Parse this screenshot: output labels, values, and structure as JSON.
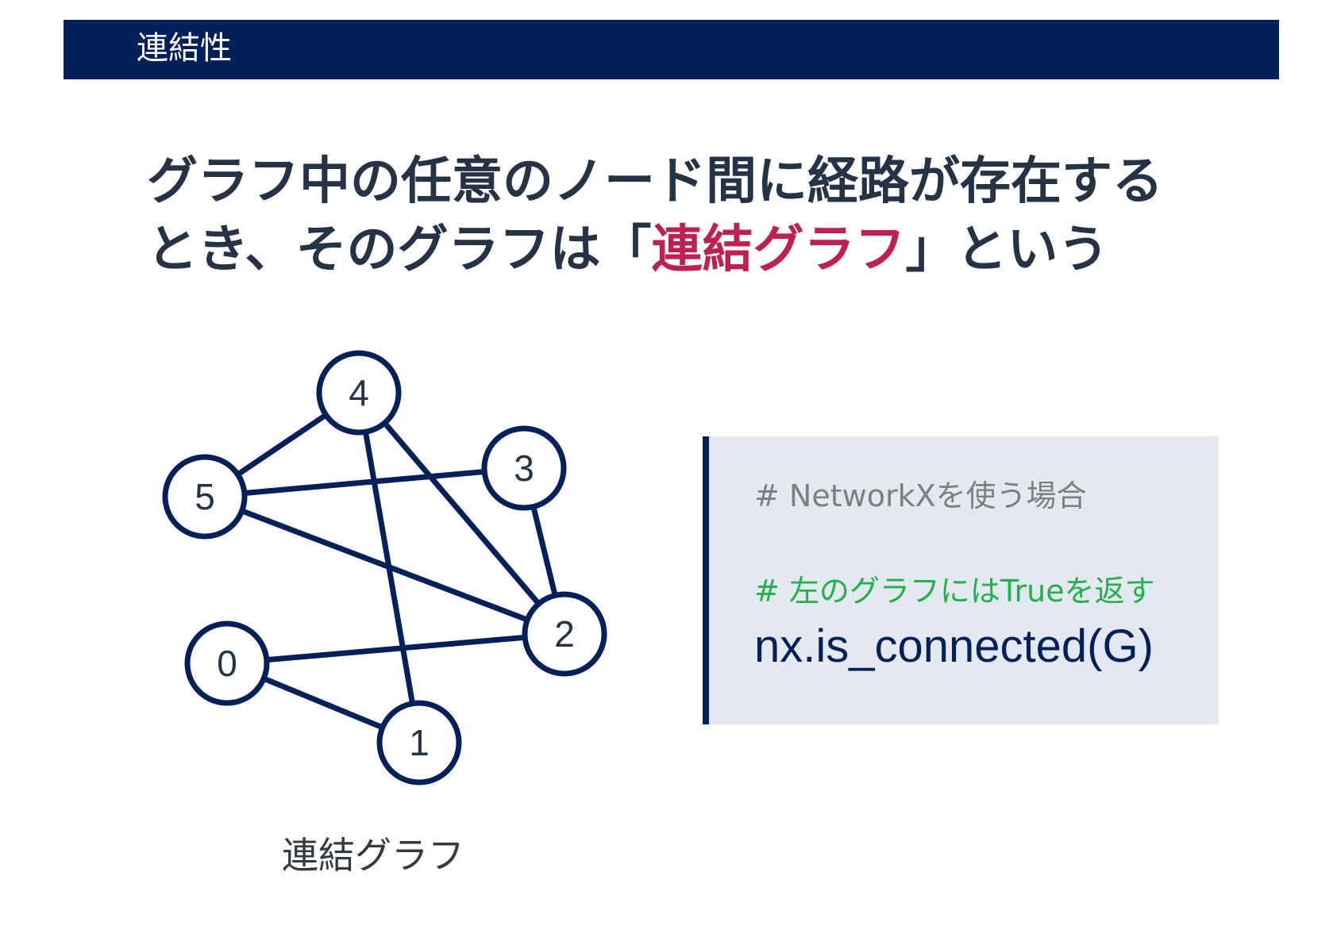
{
  "header": {
    "title": "連結性"
  },
  "headline": {
    "line1": "グラフ中の任意のノード間に経路が存在する",
    "line2_prefix": "とき、そのグラフは「",
    "line2_highlight": "連結グラフ",
    "line2_suffix": "」という"
  },
  "colors": {
    "header_bg": "#03205a",
    "accent": "#c0204e",
    "node_stroke": "#03205a",
    "code_bg": "#e4e8f0",
    "comment_gray": "#7f7f7f",
    "comment_green": "#22b14c"
  },
  "graph": {
    "caption": "連結グラフ",
    "nodes": [
      "0",
      "1",
      "2",
      "3",
      "4",
      "5"
    ],
    "edges": [
      [
        "4",
        "5"
      ],
      [
        "4",
        "1"
      ],
      [
        "4",
        "2"
      ],
      [
        "5",
        "3"
      ],
      [
        "5",
        "2"
      ],
      [
        "3",
        "2"
      ],
      [
        "0",
        "2"
      ],
      [
        "0",
        "1"
      ]
    ]
  },
  "code": {
    "comment1": "# NetworkXを使う場合",
    "comment2": "# 左のグラフにはTrueを返す",
    "call": "nx.is_connected(G)"
  }
}
